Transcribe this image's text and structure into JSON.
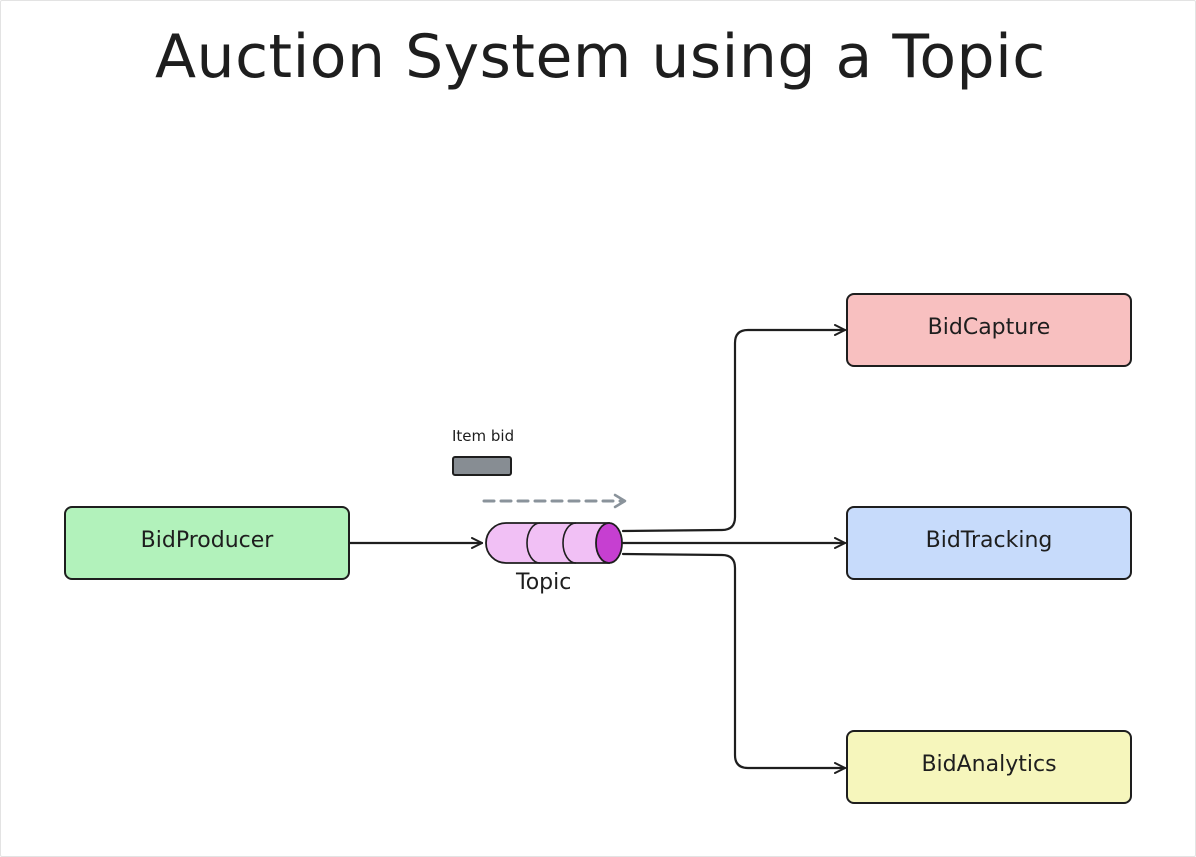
{
  "title": "Auction System using a Topic",
  "nodes": {
    "producer": {
      "label": "BidProducer",
      "color": "#b2f2bb"
    },
    "capture": {
      "label": "BidCapture",
      "color": "#f8c0c0"
    },
    "tracking": {
      "label": "BidTracking",
      "color": "#c7dbfb"
    },
    "analytics": {
      "label": "BidAnalytics",
      "color": "#f6f6bc"
    }
  },
  "topic": {
    "label": "Topic",
    "body_color": "#f1c0f5",
    "head_color": "#c63fd1"
  },
  "message": {
    "label": "Item bid",
    "color": "#878d93"
  },
  "colors": {
    "stroke": "#1e1e1e",
    "flow_arrow": "#8a939b"
  }
}
